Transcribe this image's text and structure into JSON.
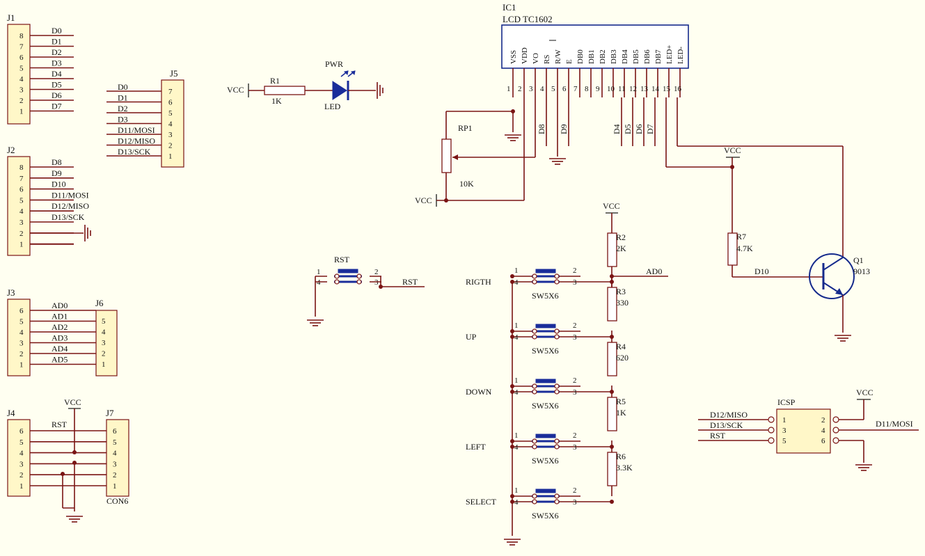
{
  "j1": {
    "ref": "J1",
    "pins": [
      "8",
      "7",
      "6",
      "5",
      "4",
      "3",
      "2",
      "1"
    ],
    "nets": [
      "D0",
      "D1",
      "D2",
      "D3",
      "D4",
      "D5",
      "D6",
      "D7"
    ]
  },
  "j2": {
    "ref": "J2",
    "pins": [
      "8",
      "7",
      "6",
      "5",
      "4",
      "3",
      "2",
      "1"
    ],
    "nets": [
      "D8",
      "D9",
      "D10",
      "D11/MOSI",
      "D12/MISO",
      "D13/SCK"
    ]
  },
  "j3": {
    "ref": "J3",
    "pins": [
      "6",
      "5",
      "4",
      "3",
      "2",
      "1"
    ],
    "nets": [
      "AD0",
      "AD1",
      "AD2",
      "AD3",
      "AD4",
      "AD5"
    ]
  },
  "j4": {
    "ref": "J4",
    "pins": [
      "6",
      "5",
      "4",
      "3",
      "2",
      "1"
    ],
    "net_rst": "RST",
    "vcc": "VCC"
  },
  "j5": {
    "ref": "J5",
    "pins": [
      "7",
      "6",
      "5",
      "4",
      "3",
      "2",
      "1"
    ],
    "nets": [
      "D0",
      "D1",
      "D2",
      "D3",
      "D11/MOSI",
      "D12/MISO",
      "D13/SCK"
    ]
  },
  "j6": {
    "ref": "J6",
    "pins": [
      "5",
      "4",
      "3",
      "2",
      "1"
    ]
  },
  "j7": {
    "ref": "J7",
    "pins": [
      "6",
      "5",
      "4",
      "3",
      "2",
      "1"
    ],
    "value": "CON6"
  },
  "pwr": {
    "vcc": "VCC",
    "r_ref": "R1",
    "r_val": "1K",
    "led_label": "PWR",
    "led_name": "LED"
  },
  "rst": {
    "ref": "RST",
    "p1": "1",
    "p2": "2",
    "p3": "3",
    "p4": "4",
    "net": "RST"
  },
  "lcd": {
    "ref": "IC1",
    "part": "LCD  TC1602",
    "pins": [
      "VSS",
      "VDD",
      "VO",
      "RS",
      "R/W",
      "E",
      "DB0",
      "DB1",
      "DB2",
      "DB3",
      "DB4",
      "DB5",
      "DB6",
      "DB7",
      "LED+",
      "LED-"
    ],
    "numbers": [
      "1",
      "2",
      "3",
      "4",
      "5",
      "6",
      "7",
      "8",
      "9",
      "10",
      "11",
      "12",
      "13",
      "14",
      "15",
      "16"
    ],
    "nets": [
      "D8",
      "D9",
      "D4",
      "D5",
      "D6",
      "D7"
    ]
  },
  "rp1": {
    "ref": "RP1",
    "val": "10K",
    "vcc": "VCC"
  },
  "backlight": {
    "vcc": "VCC",
    "r_ref": "R7",
    "r_val": "4.7K",
    "net": "D10",
    "q_ref": "Q1",
    "q_val": "9013"
  },
  "keypad": {
    "vcc": "VCC",
    "net": "AD0",
    "resistors": [
      {
        "ref": "R2",
        "val": "2K"
      },
      {
        "ref": "R3",
        "val": "330"
      },
      {
        "ref": "R4",
        "val": "620"
      },
      {
        "ref": "R5",
        "val": "1K"
      },
      {
        "ref": "R6",
        "val": "3.3K"
      }
    ],
    "buttons": [
      "RIGTH",
      "UP",
      "DOWN",
      "LEFT",
      "SELECT"
    ],
    "sw": "SW5X6",
    "p1": "1",
    "p2": "2",
    "p3": "3",
    "p4": "4"
  },
  "icsp": {
    "ref": "ICSP",
    "vcc": "VCC",
    "left": [
      "D12/MISO",
      "D13/SCK",
      "RST"
    ],
    "right": [
      "D11/MOSI"
    ],
    "pins_l": [
      "1",
      "3",
      "5"
    ],
    "pins_r": [
      "2",
      "4",
      "6"
    ]
  }
}
